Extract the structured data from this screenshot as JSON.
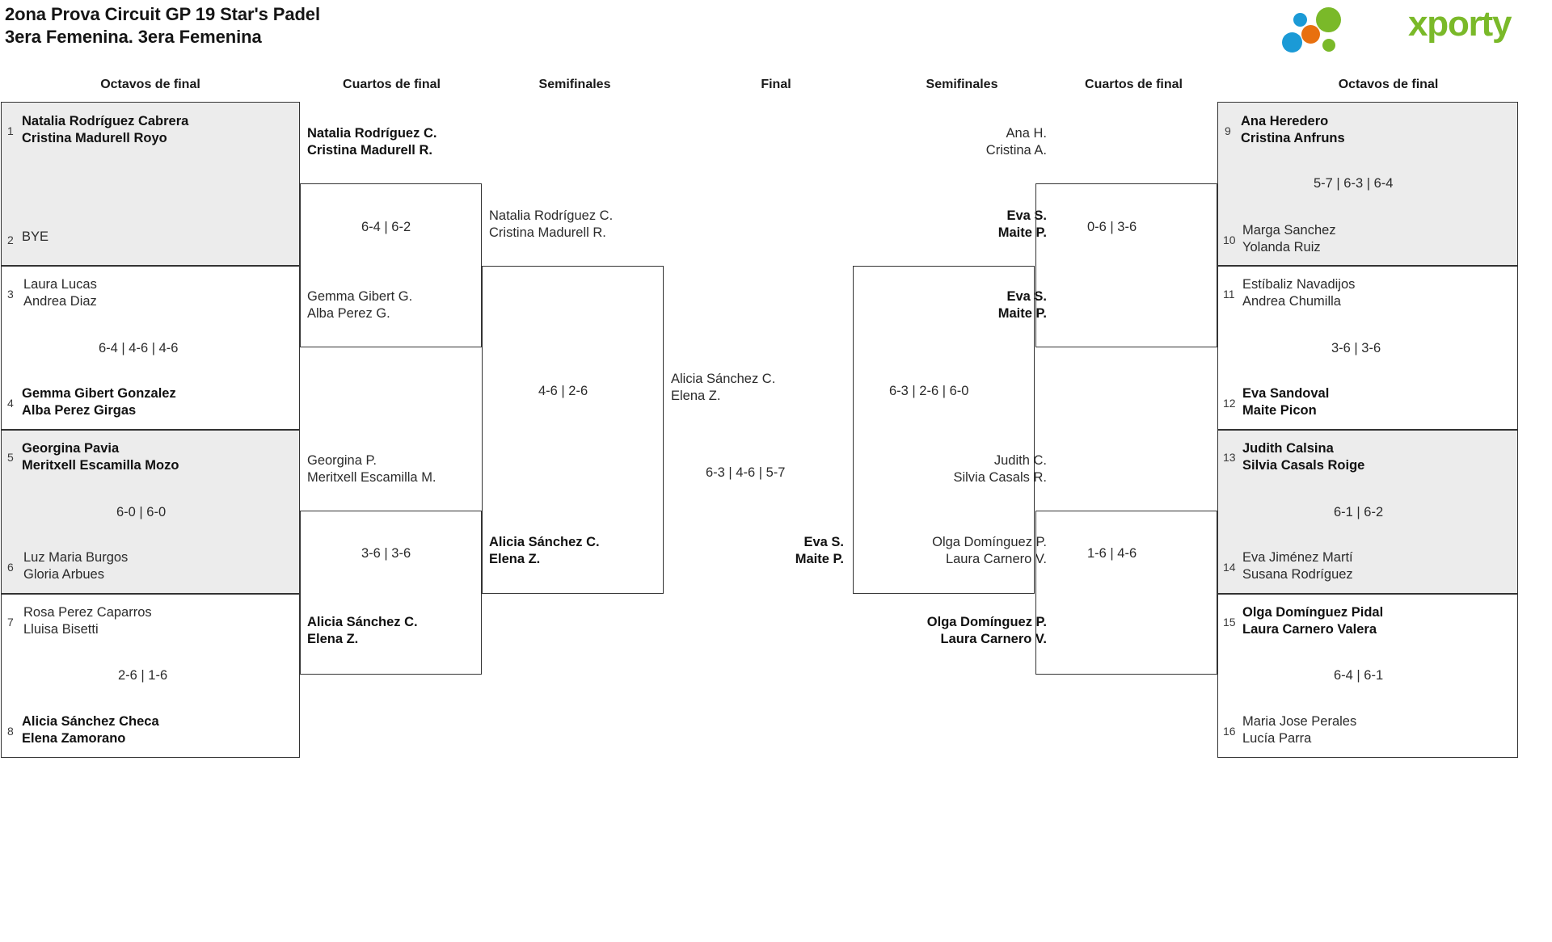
{
  "header": {
    "title_line1": "2ona Prova Circuit GP 19 Star's Padel",
    "title_line2": "3era Femenina. 3era Femenina",
    "title": "2ona Prova Circuit GP 19 Star's Padel\n3era Femenina. 3era Femenina"
  },
  "logo": {
    "text": "xporty",
    "green": "#7ab929",
    "blue": "#1b9ad6",
    "orange": "#e8700f"
  },
  "rounds": {
    "left_r16": "Octavos de final",
    "left_qf": "Cuartos de final",
    "left_sf": "Semifinales",
    "final": "Final",
    "right_sf": "Semifinales",
    "right_qf": "Cuartos de final",
    "right_r16": "Octavos de final"
  },
  "left_r16": [
    {
      "seed_top": "1",
      "top": "Natalia Rodríguez Cabrera\nCristina Madurell Royo",
      "top_l1": "Natalia Rodríguez Cabrera",
      "top_l2": "Cristina Madurell Royo",
      "seed_bottom": "2",
      "bottom_l1": "BYE",
      "bottom_l2": "",
      "score": "",
      "shaded": true,
      "winner": "top"
    },
    {
      "seed_top": "3",
      "top_l1": "Laura Lucas",
      "top_l2": "Andrea Diaz",
      "seed_bottom": "4",
      "bottom_l1": "Gemma Gibert Gonzalez",
      "bottom_l2": "Alba Perez Girgas",
      "score": "6-4 | 4-6 | 4-6",
      "shaded": false,
      "winner": "bottom"
    },
    {
      "seed_top": "5",
      "top_l1": "Georgina Pavia",
      "top_l2": "Meritxell Escamilla Mozo",
      "seed_bottom": "6",
      "bottom_l1": "Luz Maria Burgos",
      "bottom_l2": "Gloria Arbues",
      "score": "6-0 | 6-0",
      "shaded": true,
      "winner": "top"
    },
    {
      "seed_top": "7",
      "top_l1": "Rosa Perez Caparros",
      "top_l2": "Lluisa Bisetti",
      "seed_bottom": "8",
      "bottom_l1": "Alicia Sánchez Checa",
      "bottom_l2": "Elena Zamorano",
      "score": "2-6 | 1-6",
      "shaded": false,
      "winner": "bottom"
    }
  ],
  "left_qf": [
    {
      "top_l1": "Natalia Rodríguez C.",
      "top_l2": "Cristina Madurell R.",
      "bottom_l1": "Gemma Gibert G.",
      "bottom_l2": "Alba Perez G.",
      "score": "6-4 | 6-2",
      "winner": "top"
    },
    {
      "top_l1": "Georgina P.",
      "top_l2": "Meritxell Escamilla M.",
      "bottom_l1": "Alicia Sánchez C.",
      "bottom_l2": "Elena Z.",
      "score": "3-6 | 3-6",
      "winner": "bottom"
    }
  ],
  "left_sf": [
    {
      "top_l1": "Natalia Rodríguez C.",
      "top_l2": "Cristina Madurell R.",
      "bottom_l1": "Alicia Sánchez C.",
      "bottom_l2": "Elena Z.",
      "score": "4-6 | 2-6",
      "winner": "bottom"
    }
  ],
  "final": {
    "left_l1": "Alicia Sánchez C.",
    "left_l2": "Elena Z.",
    "right_l1": "Olga Domínguez P.",
    "right_l2": "Laura Carnero V.",
    "score": "6-3 | 4-6 | 5-7",
    "champion_l1": "Eva S.",
    "champion_l2": "Maite P."
  },
  "right_sf": [
    {
      "top_l1": "Eva S.",
      "top_l2": "Maite P.",
      "bottom_l1": "Olga Domínguez P.",
      "bottom_l2": "Laura Carnero V.",
      "score": "6-3 | 2-6 | 6-0",
      "winner": "top"
    }
  ],
  "right_qf": [
    {
      "top_l1": "Ana H.",
      "top_l2": "Cristina A.",
      "bottom_l1": "Eva S.",
      "bottom_l2": "Maite P.",
      "score": "0-6 | 3-6",
      "winner": "bottom"
    },
    {
      "top_l1": "Judith C.",
      "top_l2": "Silvia Casals R.",
      "bottom_l1": "Olga Domínguez P.",
      "bottom_l2": "Laura Carnero V.",
      "score": "1-6 | 4-6",
      "winner": "bottom"
    }
  ],
  "right_r16": [
    {
      "seed_top": "9",
      "top_l1": "Ana Heredero",
      "top_l2": "Cristina Anfruns",
      "seed_bottom": "10",
      "bottom_l1": "Marga Sanchez",
      "bottom_l2": "Yolanda Ruiz",
      "score": "5-7 | 6-3 | 6-4",
      "shaded": true,
      "winner": "top"
    },
    {
      "seed_top": "11",
      "top_l1": "Estíbaliz Navadijos",
      "top_l2": "Andrea Chumilla",
      "seed_bottom": "12",
      "bottom_l1": "Eva Sandoval",
      "bottom_l2": "Maite Picon",
      "score": "3-6 | 3-6",
      "shaded": false,
      "winner": "bottom"
    },
    {
      "seed_top": "13",
      "top_l1": "Judith Calsina",
      "top_l2": "Silvia Casals Roige",
      "seed_bottom": "14",
      "bottom_l1": "Eva Jiménez Martí",
      "bottom_l2": "Susana Rodríguez",
      "score": "6-1 | 6-2",
      "shaded": true,
      "winner": "top"
    },
    {
      "seed_top": "15",
      "top_l1": "Olga Domínguez Pidal",
      "top_l2": "Laura Carnero Valera",
      "seed_bottom": "16",
      "bottom_l1": "Maria Jose Perales",
      "bottom_l2": "Lucía Parra",
      "score": "6-4 | 6-1",
      "shaded": false,
      "winner": "top"
    }
  ]
}
